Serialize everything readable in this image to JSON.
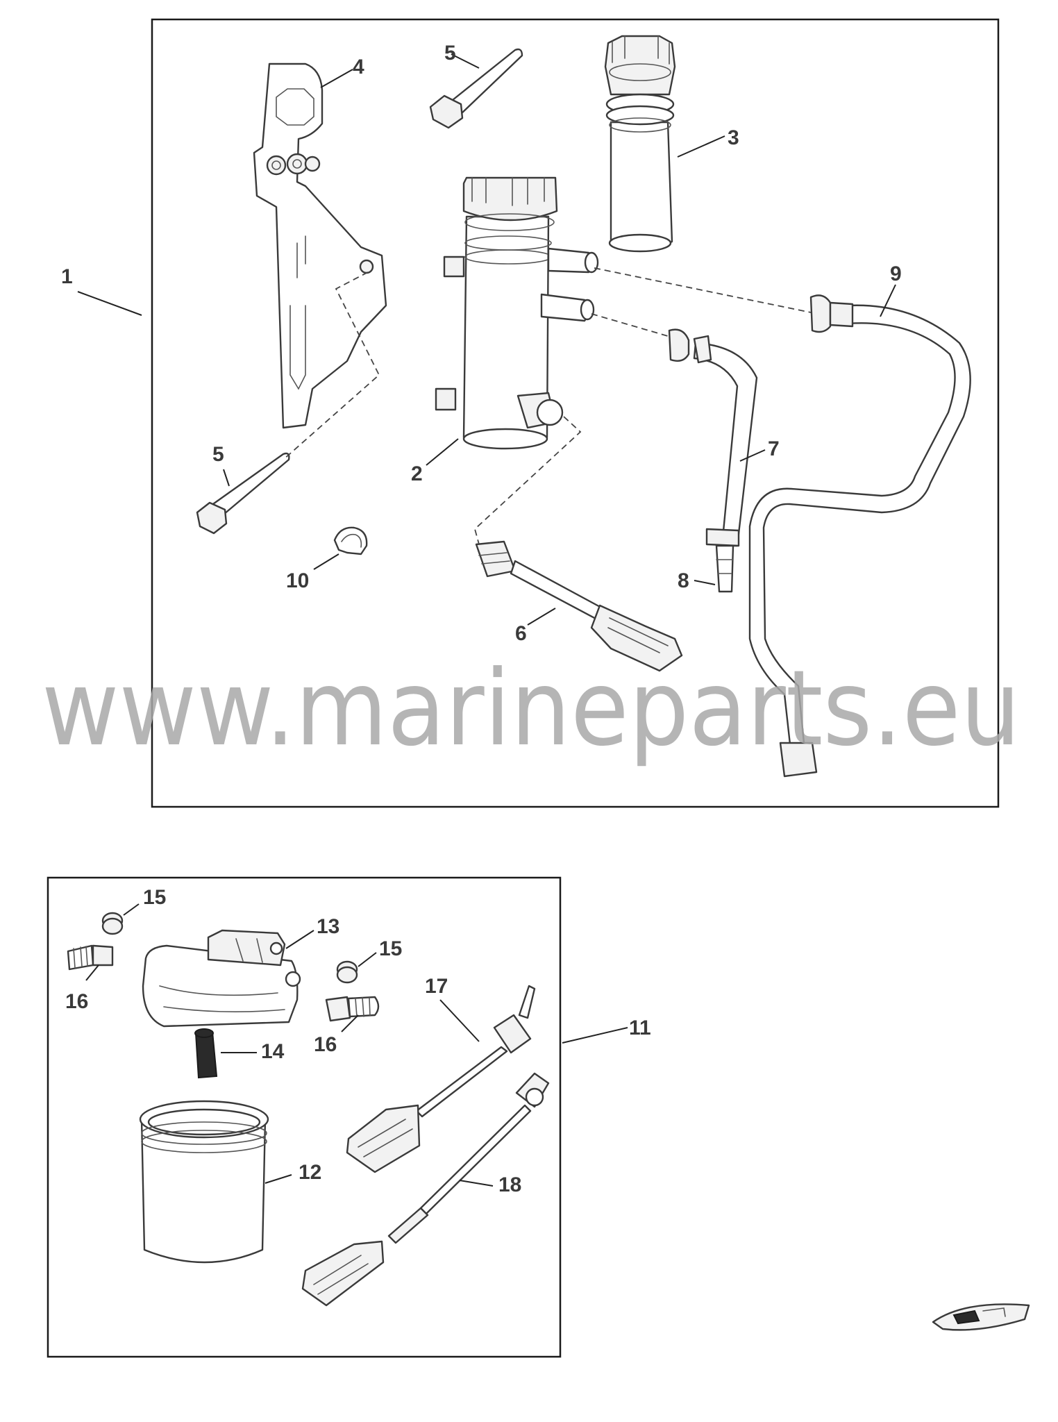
{
  "watermark": "www.marineparts.eu",
  "callouts": [
    "1",
    "2",
    "3",
    "4",
    "5",
    "5",
    "6",
    "7",
    "8",
    "9",
    "10",
    "11",
    "12",
    "13",
    "14",
    "15",
    "15",
    "16",
    "16",
    "17",
    "18"
  ]
}
